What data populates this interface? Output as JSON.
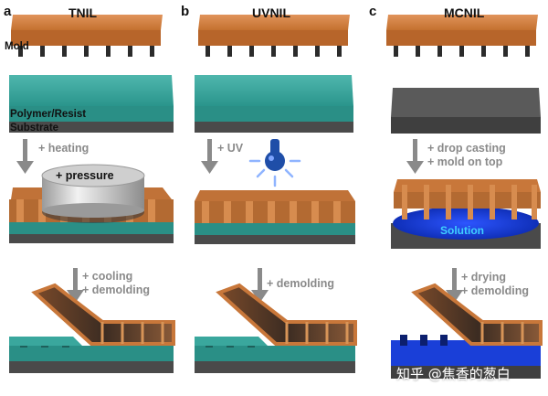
{
  "panels": [
    {
      "letter": "a",
      "title": "TNIL"
    },
    {
      "letter": "b",
      "title": "UVNIL"
    },
    {
      "letter": "c",
      "title": "MCNIL"
    }
  ],
  "labels": {
    "mold": "Mold",
    "polymer": "Polymer/Resist",
    "substrate": "Substrate",
    "pressure": "+ pressure",
    "solution": "Solution"
  },
  "steps": {
    "a1": "+ heating",
    "a2_line1": "+ cooling",
    "a2_line2": "+ demolding",
    "b1": "+ UV",
    "b2": "+ demolding",
    "c1_line1": "+ drop casting",
    "c1_line2": "+ mold on top",
    "c2_line1": "+ drying",
    "c2_line2": "+ demolding"
  },
  "watermark": "知乎 @焦香的葱白",
  "colors": {
    "mold": "#c8773a",
    "resist": "#2e9c93",
    "substrate": "#4a4a4a",
    "arrow": "#8a8a8a",
    "uv": "#1f4ea8",
    "solution": "#1a3fd8"
  }
}
